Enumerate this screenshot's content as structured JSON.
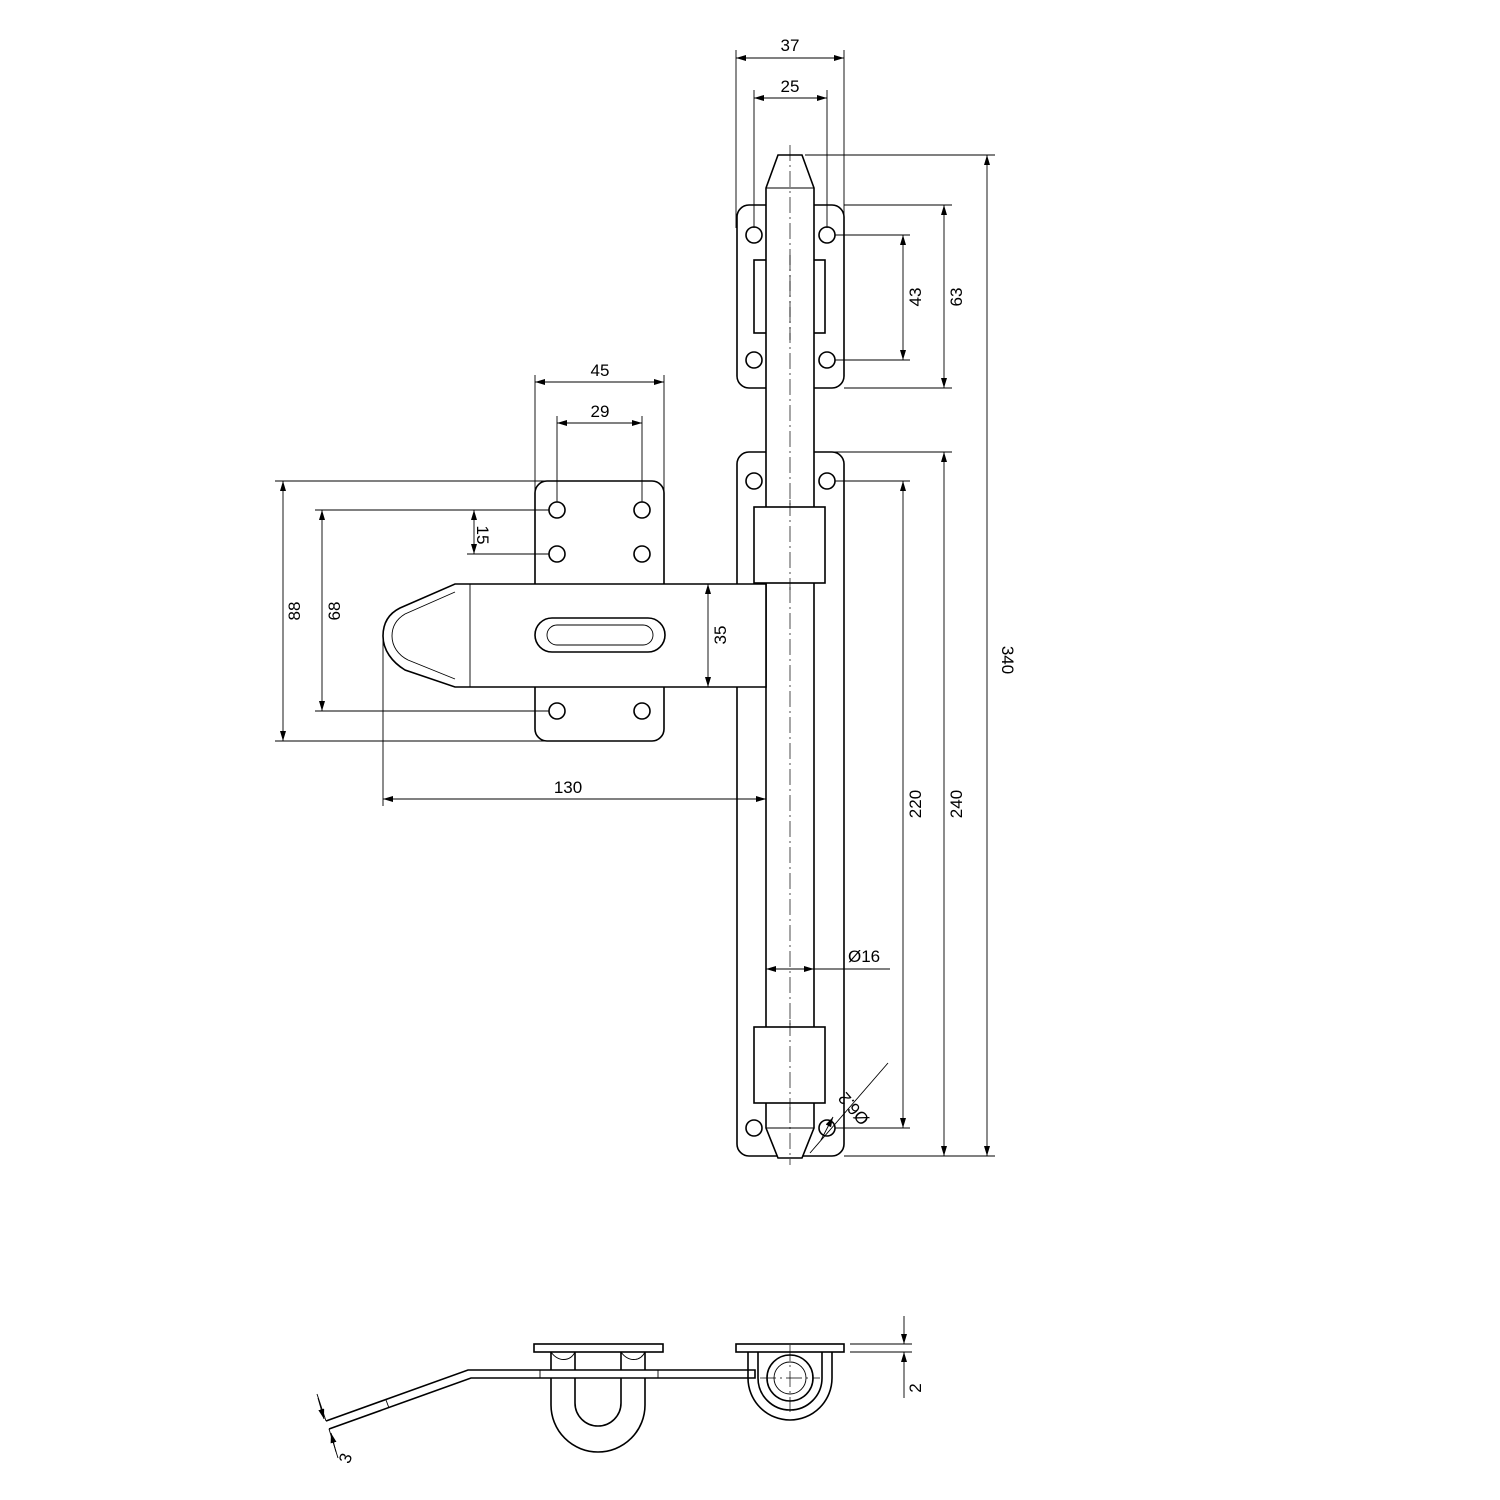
{
  "dimensions": {
    "rod_plate_width": "37",
    "rod_plate_hole_spacing": "25",
    "rod_plate_hole_vertical": "43",
    "rod_plate_height": "63",
    "total_length": "340",
    "hasp_plate_width": "45",
    "hasp_plate_hole_spacing": "29",
    "hasp_hole_pitch": "15",
    "hasp_plate_height": "88",
    "hasp_hole_vertical": "68",
    "hasp_width": "35",
    "hasp_length": "130",
    "base_plate_hole_spacing": "220",
    "base_plate_length": "240",
    "rod_diameter": "Ø16",
    "hole_diameter": "Ø6.2",
    "side_plate_thickness": "2",
    "hasp_thickness": "3"
  }
}
